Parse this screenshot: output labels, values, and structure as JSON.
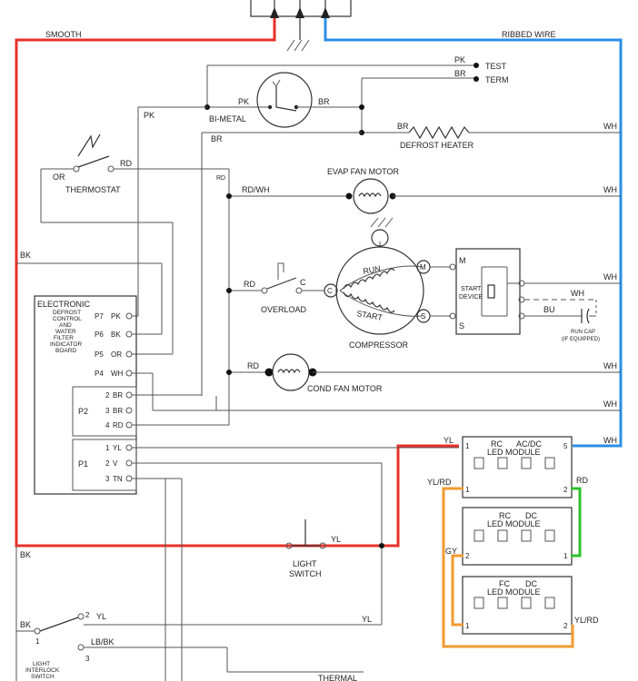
{
  "wires": {
    "smooth": "SMOOTH",
    "ribbed": "RIBBED WIRE",
    "colors": {
      "smooth": "#e8302a",
      "ribbed": "#2b8fe6",
      "orange": "#f29a2e",
      "green": "#2ec02e",
      "line": "#555555"
    }
  },
  "test_term": {
    "pk": "PK",
    "br": "BR",
    "test": "TEST",
    "term": "TERM"
  },
  "bimetal": {
    "pk": "PK",
    "br": "BR",
    "label": "BI-METAL"
  },
  "defrost_heater": {
    "br": "BR",
    "wh": "WH",
    "label": "DEFROST HEATER"
  },
  "thermostat": {
    "or": "OR",
    "rd": "RD",
    "label": "THERMOSTAT",
    "rd2": "RD"
  },
  "side_labels": {
    "pk": "PK",
    "br": "BR",
    "bk": "BK",
    "bk2": "BK",
    "bk3": "BK"
  },
  "evap_fan": {
    "label": "EVAP FAN MOTOR",
    "rdwh": "RD/WH",
    "wh": "WH"
  },
  "compressor": {
    "rd": "RD",
    "c_label": "C",
    "overload": "OVERLOAD",
    "label": "COMPRESSOR",
    "run": "RUN",
    "start": "START",
    "c": "C",
    "m": "M",
    "s": "S",
    "m_term": "M",
    "s_term": "S",
    "start_device": "START DEVICE",
    "wh": "WH",
    "wh2": "WH",
    "bu": "BU",
    "run_cap": "RUN CAP",
    "run_cap_note": "(IF EQUIPPED)"
  },
  "cond_fan": {
    "rd": "RD",
    "label": "COND FAN MOTOR",
    "wh": "WH"
  },
  "board": {
    "title": "ELECTRONIC",
    "subtitle": [
      "DEFROST",
      "CONTROL",
      "AND",
      "WATER",
      "FILTER",
      "INDICATOR",
      "BOARD"
    ],
    "pins": [
      {
        "id": "P7",
        "color": "PK"
      },
      {
        "id": "P6",
        "color": "BK"
      },
      {
        "id": "P5",
        "color": "OR"
      },
      {
        "id": "P4",
        "color": "WH"
      }
    ],
    "p2_label": "P2",
    "p2_pins": [
      {
        "n": "2",
        "color": "BR"
      },
      {
        "n": "3",
        "color": "BR"
      },
      {
        "n": "4",
        "color": "RD"
      }
    ],
    "p1_label": "P1",
    "p1_pins": [
      {
        "n": "1",
        "color": "YL"
      },
      {
        "n": "2",
        "color": "V"
      },
      {
        "n": "3",
        "color": "TN"
      }
    ]
  },
  "wh_right": "WH",
  "led_modules": [
    {
      "title1": "RC",
      "title2": "AC/DC",
      "title3": "LED MODULE",
      "p1": "1",
      "p2": "5",
      "p3": "1",
      "p4": "2"
    },
    {
      "title1": "RC",
      "title2": "DC",
      "title3": "LED MODULE",
      "p1": "2",
      "p2": "1"
    },
    {
      "title1": "FC",
      "title2": "DC",
      "title3": "LED MODULE",
      "p1": "1",
      "p2": "2"
    }
  ],
  "led_wires": {
    "yl": "YL",
    "wh": "WH",
    "ylrd": "YL/RD",
    "rd": "RD",
    "gy": "GY",
    "ylrd2": "YL/RD"
  },
  "light_switch": {
    "yl": "YL",
    "label1": "LIGHT",
    "label2": "SWITCH"
  },
  "interlock": {
    "bk": "BK",
    "n1": "1",
    "n2": "2",
    "yl": "YL",
    "n3": "3",
    "lbbk": "LB/BK",
    "label1": "LIGHT",
    "label2": "INTERLOCK",
    "label3": "SWITCH",
    "yl2": "YL"
  },
  "thermal": "THERMAL"
}
